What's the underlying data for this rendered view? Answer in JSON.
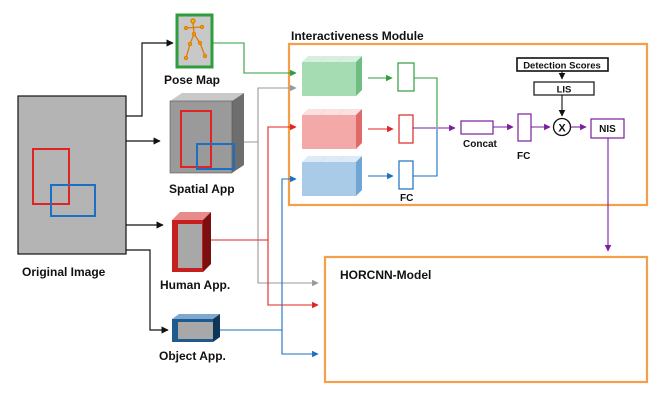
{
  "labels": {
    "original_image": "Original Image",
    "pose_map": "Pose Map",
    "spatial_app": "Spatial App",
    "human_app": "Human App.",
    "object_app": "Object App.",
    "interactiveness_module": "Interactiveness Module",
    "detection_scores": "Detection Scores",
    "lis": "LIS",
    "multiply": "X",
    "nis": "NIS",
    "concat": "Concat",
    "fc_small": "FC",
    "fc_main": "FC",
    "horcnn_model": "HORCNN-Model"
  },
  "colors": {
    "module_border": "#f4a04a",
    "pose_green": "#2e9d3e",
    "human_red": "#e02424",
    "object_blue": "#1d6fc2",
    "gray_flow": "#999999",
    "purple_flow": "#7a1f9e",
    "image_gray": "#b4b4b4"
  }
}
